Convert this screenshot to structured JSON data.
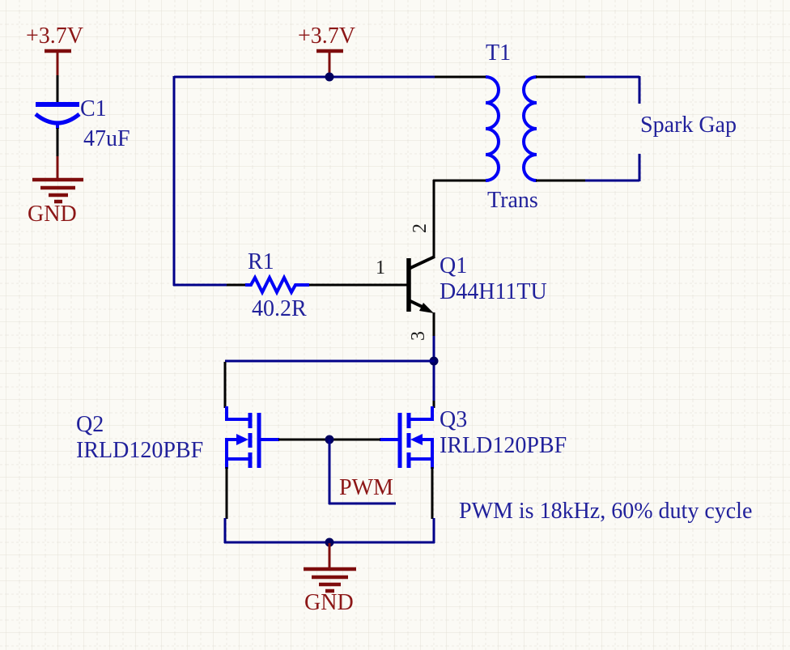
{
  "colors": {
    "background": "#fbfaf5",
    "grid_major": "#e4e1d8",
    "grid_minor": "#edebe3",
    "wire": "#000089",
    "pin": "#000000",
    "symbol": "#0202f5",
    "power": "#7e0d0d",
    "power_text": "#8c1616",
    "label_text": "#21219b",
    "junction": "#00005e"
  },
  "power": {
    "vcc_left": "+3.7V",
    "vcc_center": "+3.7V",
    "gnd_left": "GND",
    "gnd_bottom": "GND"
  },
  "components": {
    "c1": {
      "designator": "C1",
      "value": "47uF"
    },
    "r1": {
      "designator": "R1",
      "value": "40.2R"
    },
    "q1": {
      "designator": "Q1",
      "value": "D44H11TU"
    },
    "q2": {
      "designator": "Q2",
      "value": "IRLD120PBF"
    },
    "q3": {
      "designator": "Q3",
      "value": "IRLD120PBF"
    },
    "t1": {
      "designator": "T1",
      "value": "Trans"
    }
  },
  "pins": {
    "q1_base": "1",
    "q1_collector": "2",
    "q1_emitter": "3"
  },
  "nets": {
    "pwm": "PWM"
  },
  "notes": {
    "spark_gap": "Spark Gap",
    "pwm_note": "PWM is 18kHz, 60% duty cycle"
  }
}
